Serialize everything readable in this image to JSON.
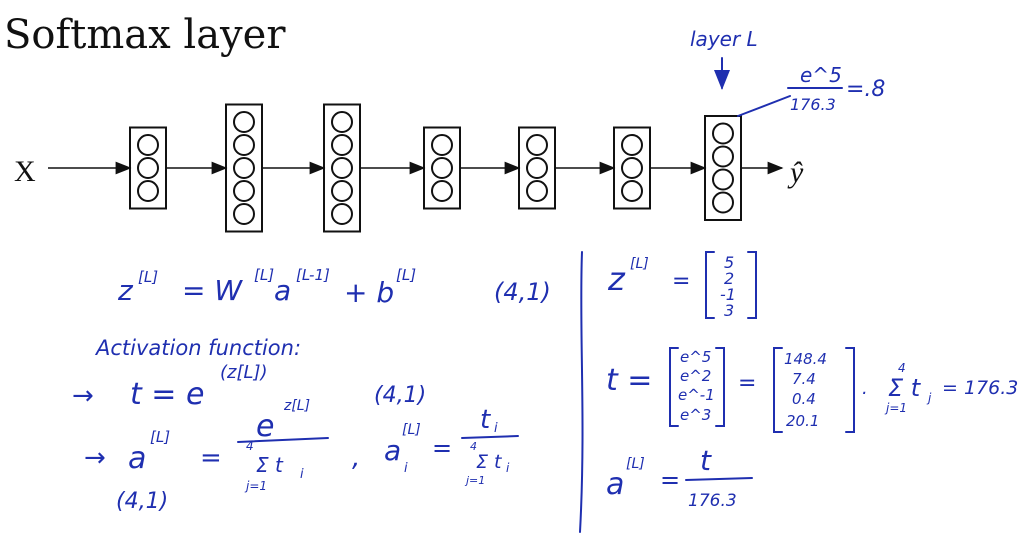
{
  "title": "Softmax layer",
  "network": {
    "input_label": "X",
    "output_label": "ŷ",
    "layer_sizes": [
      3,
      5,
      5,
      3,
      3,
      3,
      4
    ],
    "final_layer_annotation": "layer L",
    "example_fraction": {
      "numerator": "e^5",
      "denominator": "176.3",
      "result": "=.8"
    }
  },
  "left_notes": {
    "z_formula": {
      "lhs": "z",
      "lhs_sup": "[L]",
      "rhs": "= W",
      "rhs_sup1": "[L]",
      "a": "a",
      "a_sup": "[L-1]",
      "plus_b": "+ b",
      "b_sup": "[L]",
      "shape": "(4,1)"
    },
    "activation_heading": "Activation function:",
    "t_line": {
      "arrow": "→",
      "text": "t = e",
      "exp": "(z[L])",
      "shape": "(4,1)"
    },
    "a_line": {
      "arrow": "→",
      "lhs": "a",
      "lhs_sup": "[L]",
      "eq": "=",
      "num": "e",
      "num_sup": "z[L]",
      "den": "Σ t",
      "den_sub": "i",
      "den_limits_top": "4",
      "den_limits_bottom": "j=1",
      "comma": ",",
      "ai_lhs": "a",
      "ai_sup": "[L]",
      "ai_sub": "i",
      "ai_eq": "=",
      "ai_num": "t",
      "ai_num_sub": "i",
      "ai_den": "Σ t",
      "ai_den_sub": "i",
      "ai_limits_top": "4",
      "ai_limits_bottom": "j=1"
    },
    "a_shape": "(4,1)"
  },
  "right_notes": {
    "z_vec_label": "z",
    "z_vec_sup": "[L]",
    "z_values": [
      "5",
      "2",
      "-1",
      "3"
    ],
    "t_label": "t =",
    "t_exps": [
      "e^5",
      "e^2",
      "e^-1",
      "e^3"
    ],
    "t_values": [
      "148.4",
      "7.4",
      "0.4",
      "20.1"
    ],
    "sum_text": "Σ t",
    "sum_sub": "j",
    "sum_top": "4",
    "sum_bottom": "j=1",
    "sum_result": "= 176.3",
    "a_lhs": "a",
    "a_sup": "[L]",
    "a_eq": "=",
    "a_num": "t",
    "a_den": "176.3"
  }
}
